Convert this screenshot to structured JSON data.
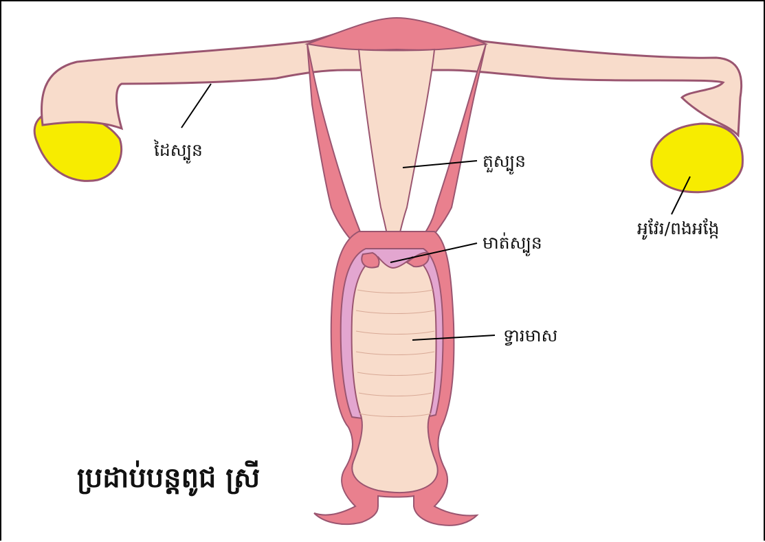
{
  "diagram": {
    "caption": "ប្រដាប់បន្តពូជ ស្រី",
    "labels": {
      "fallopian_tube": "ដៃស្បូន",
      "uterus_body": "តួស្បូន",
      "ovary": "អូវែរ/ពងអង្កែ",
      "cervix": "មាត់ស្បូន",
      "vagina": "ទ្វារមាស"
    }
  },
  "colors": {
    "tissue_light": "#f8dccb",
    "tissue_pink": "#e9808e",
    "outline": "#9a5570",
    "lining": "#e3a6d0",
    "ovary": "#f7ec00",
    "line": "#000000"
  }
}
